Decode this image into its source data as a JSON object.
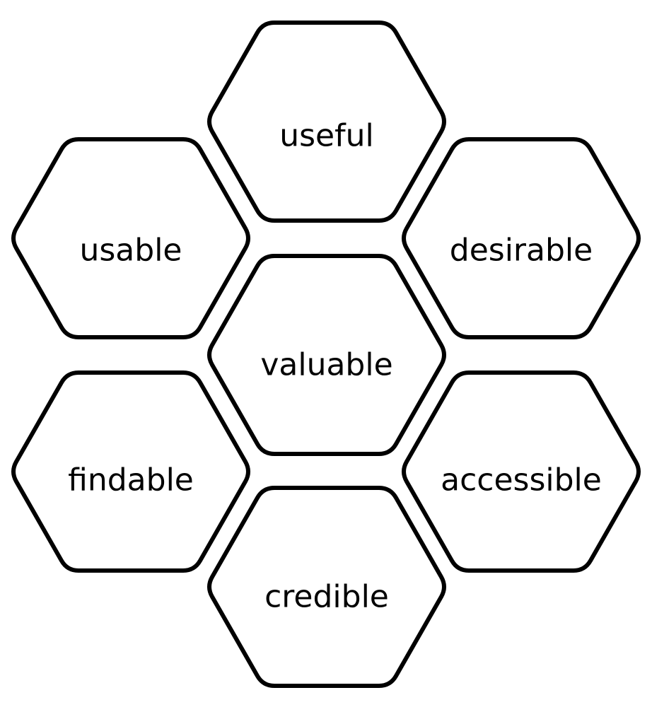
{
  "diagram": {
    "hexagons": [
      {
        "id": "useful",
        "label": "useful"
      },
      {
        "id": "usable",
        "label": "usable"
      },
      {
        "id": "desirable",
        "label": "desirable"
      },
      {
        "id": "valuable",
        "label": "valuable"
      },
      {
        "id": "findable",
        "label": "findable"
      },
      {
        "id": "accessible",
        "label": "accessible"
      },
      {
        "id": "credible",
        "label": "credible"
      }
    ]
  }
}
